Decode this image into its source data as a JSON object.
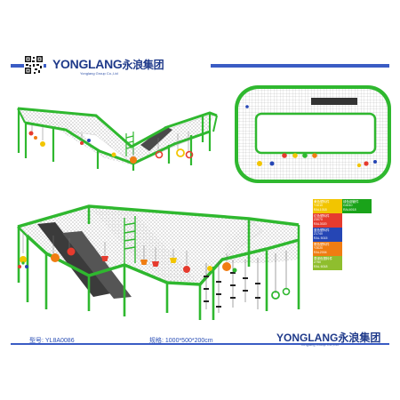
{
  "brand": {
    "logo_latin": "YONGLANG",
    "logo_chinese": "永浪集团",
    "subtitle": "Yonglang Group Co.,Ltd"
  },
  "footer": {
    "model": "型号: YL8A0086",
    "spec": "规格: 1000*500*200cm"
  },
  "colors": {
    "frame_green": "#2fb82f",
    "frame_dark": "#1e8a1e",
    "net": "#bcbcbc",
    "slide": "#4a4a4a",
    "brand_blue": "#2b4fb5"
  },
  "swatches": [
    {
      "color": "#f2c500",
      "lines": [
        "黄色塑料件",
        "Y1010",
        "RAL1018"
      ]
    },
    {
      "color": "#1aa31a",
      "lines": [
        "绿色钢管件",
        "G4010",
        "RAL6018"
      ]
    },
    {
      "color": "#e63b2e",
      "lines": [
        "红色塑料件",
        "Z3070",
        "RAL3020"
      ]
    },
    {
      "color": "#2546b5",
      "lines": [
        "蓝色塑料件",
        "Z1740",
        "RAL 5015"
      ]
    },
    {
      "color": "#f07d12",
      "lines": [
        "橙色塑料件",
        "Y3020",
        "RAL2004"
      ]
    },
    {
      "color": "#8fbe2e",
      "lines": [
        "草绿色塑料件",
        "Z750",
        "RAL 6018"
      ]
    }
  ],
  "icons": [
    "qr-code-icon"
  ]
}
